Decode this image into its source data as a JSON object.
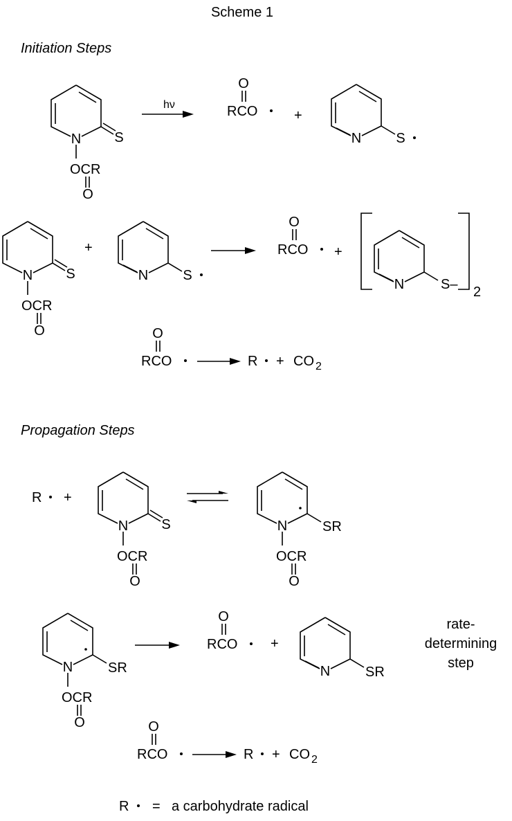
{
  "title": "Scheme 1",
  "sections": {
    "initiation": "Initiation Steps",
    "propagation": "Propagation Steps"
  },
  "atoms": {
    "N": "N",
    "S": "S",
    "O": "O",
    "OCR": "OCR",
    "RCO": "RCO",
    "SR": "SR",
    "S_minus": "S–",
    "R": "R",
    "plus": "+",
    "CO2": "CO",
    "sub2": "2"
  },
  "reagents": {
    "light": "hν"
  },
  "notes": {
    "rds_line1": "rate-",
    "rds_line2": "determining",
    "rds_line3": "step",
    "footer_eq": "=",
    "footer_def": "a carbohydrate radical"
  }
}
